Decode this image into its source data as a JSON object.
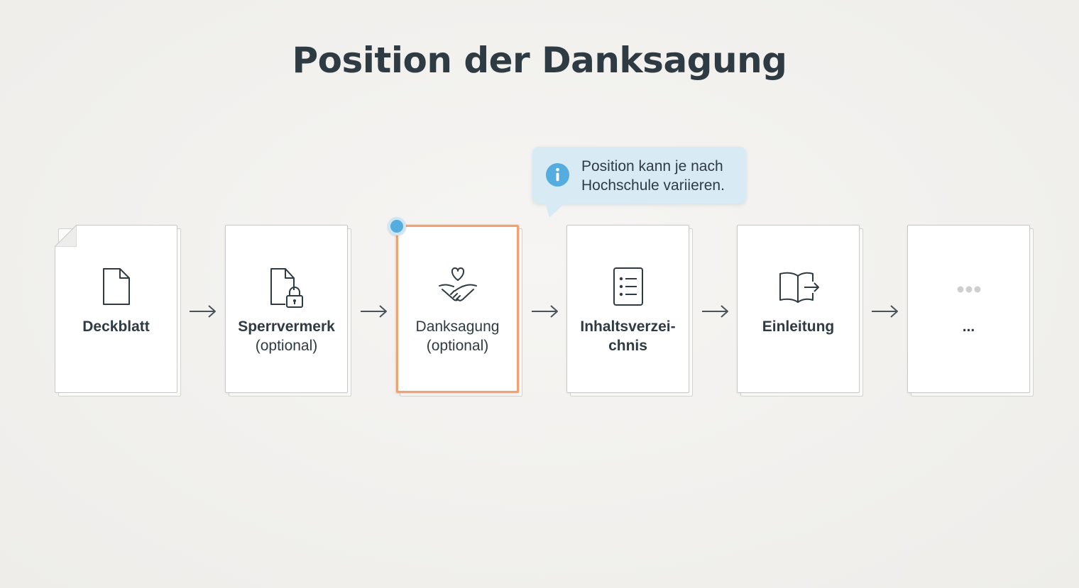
{
  "title": "Position der Danksagung",
  "tooltip": {
    "line1": "Position kann je nach",
    "line2": "Hochschule variieren.",
    "icon": "info-icon"
  },
  "steps": [
    {
      "title": "Deckblatt",
      "subtitle": "",
      "icon": "document-icon"
    },
    {
      "title": "Sperrvermerk",
      "subtitle": "(optional)",
      "icon": "locked-document-icon"
    },
    {
      "title": "Danksagung",
      "subtitle": "(optional)",
      "icon": "handshake-heart-icon",
      "highlighted": true
    },
    {
      "title": "Inhaltsverzei-",
      "subtitle": "chnis",
      "icon": "list-icon"
    },
    {
      "title": "Einleitung",
      "subtitle": "",
      "icon": "open-book-icon"
    },
    {
      "title": "...",
      "subtitle": "",
      "icon": "ellipsis-icon"
    }
  ],
  "colors": {
    "highlight": "#f0a372",
    "marker": "#55acde",
    "tooltip_bg": "#d8ebf4",
    "text": "#2f3b43"
  }
}
